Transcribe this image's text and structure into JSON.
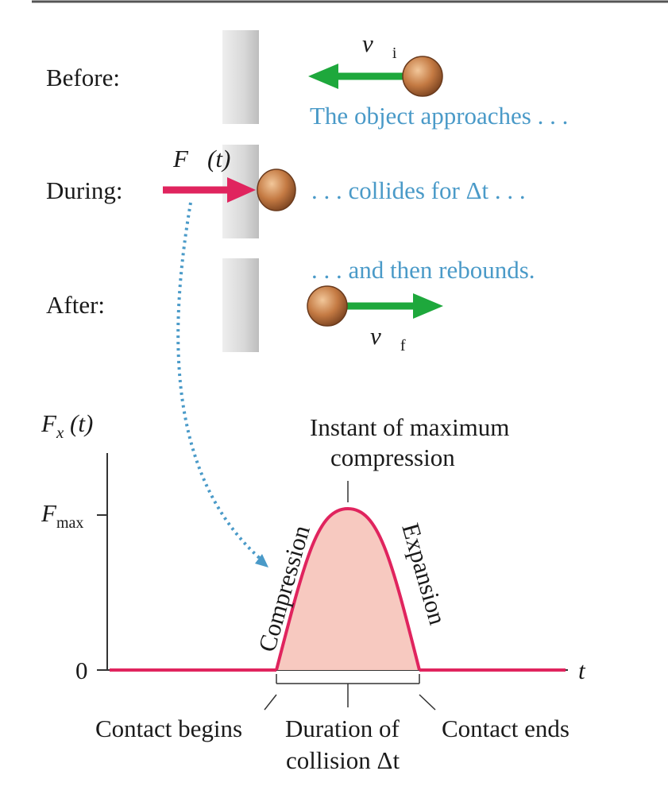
{
  "scene": {
    "rows": [
      {
        "label": "Before:",
        "caption": "The object approaches . . ."
      },
      {
        "label": "During:",
        "caption": ". . . collides for Δt . . ."
      },
      {
        "label": "After:",
        "caption": ". . . and then rebounds."
      }
    ],
    "force_label": "F⃗(t)",
    "v_initial": "v⃗",
    "v_initial_sub": "i",
    "v_final": "v⃗",
    "v_final_sub": "f"
  },
  "graph": {
    "y_axis_label": "F",
    "y_axis_sub": "x",
    "y_axis_arg": " (t)",
    "x_axis_label": "t",
    "fmax_label": "F",
    "fmax_sub": "max",
    "zero_label": "0",
    "peak_annotation_line1": "Instant of maximum",
    "peak_annotation_line2": "compression",
    "rise_label": "Compression",
    "fall_label": "Expansion",
    "contact_begins": "Contact begins",
    "duration_line1": "Duration of",
    "duration_line2": "collision Δt",
    "contact_ends": "Contact ends"
  },
  "colors": {
    "curve": "#e0245e",
    "fill": "#f7c9c0",
    "arrow_green": "#1ea83c",
    "text_blue": "#4a9ac8",
    "ball": "#c47a43",
    "wall": "#d6d6d6"
  }
}
